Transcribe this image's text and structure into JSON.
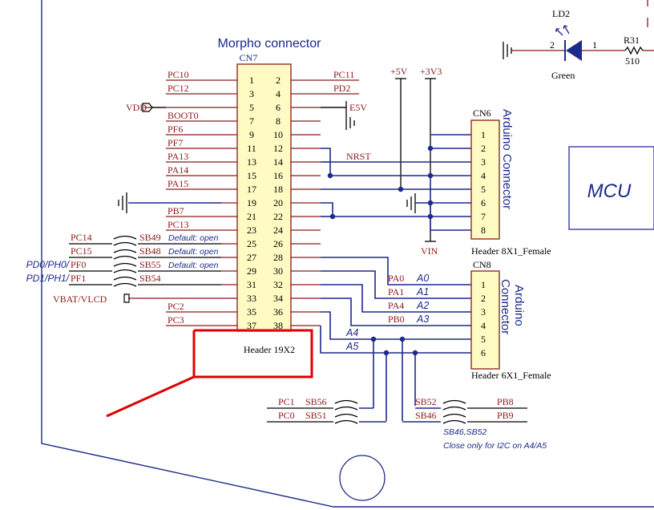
{
  "title": "Morpho connector",
  "cn7": {
    "ref": "CN7",
    "footer": "Header 19X2",
    "odd_pins": [
      "1",
      "3",
      "5",
      "7",
      "9",
      "11",
      "13",
      "15",
      "17",
      "19",
      "21",
      "23",
      "25",
      "27",
      "29",
      "31",
      "33",
      "35",
      "37"
    ],
    "even_pins": [
      "2",
      "4",
      "6",
      "8",
      "10",
      "12",
      "14",
      "16",
      "18",
      "20",
      "22",
      "24",
      "26",
      "28",
      "30",
      "32",
      "34",
      "36",
      "38"
    ]
  },
  "left_nets": {
    "pc10": "PC10",
    "pc12": "PC12",
    "vdd": "VDD",
    "boot0": "BOOT0",
    "pf6": "PF6",
    "pf7": "PF7",
    "pa13": "PA13",
    "pa14": "PA14",
    "pa15": "PA15",
    "pb7": "PB7",
    "pc13": "PC13",
    "pc14": "PC14",
    "pc15": "PC15",
    "pf0": "PF0",
    "pf1": "PF1",
    "vbat": "VBAT/VLCD",
    "pc2": "PC2",
    "pc3": "PC3"
  },
  "italic_prefixes": {
    "pd0": "PD0/PH0/",
    "pd1": "PD1/PH1/"
  },
  "solder_bridges": {
    "sb49": "SB49",
    "sb48": "SB48",
    "sb55": "SB55",
    "sb54": "SB54",
    "sb56": "SB56",
    "sb51": "SB51",
    "sb52": "SB52",
    "sb46": "SB46"
  },
  "defaults": {
    "d49": "Default: open",
    "d48": "Default: open",
    "d55": "Default: open"
  },
  "right_nets": {
    "pc11": "PC11",
    "pd2": "PD2",
    "e5v": "E5V",
    "nrst": "NRST"
  },
  "power": {
    "p5v": "+5V",
    "p3v3": "+3V3",
    "vin": "VIN"
  },
  "analog": {
    "pa0": "PA0",
    "pa1": "PA1",
    "pa4": "PA4",
    "pb0": "PB0",
    "a0": "A0",
    "a1": "A1",
    "a2": "A2",
    "a3": "A3",
    "a4": "A4",
    "a5": "A5"
  },
  "cn6": {
    "ref": "CN6",
    "title": "Arduino Connector",
    "footer": "Header 8X1_Female",
    "pins": [
      "1",
      "2",
      "3",
      "4",
      "5",
      "6",
      "7",
      "8"
    ]
  },
  "cn8": {
    "ref": "CN8",
    "title1": "Arduino",
    "title2": "Connector",
    "footer": "Header 6X1_Female",
    "pins": [
      "1",
      "2",
      "3",
      "4",
      "5",
      "6"
    ]
  },
  "bottom_nets": {
    "pc1": "PC1",
    "pc0": "PC0",
    "pb8": "PB8",
    "pb9": "PB9"
  },
  "i2c_note": {
    "line1": "SB46,SB52",
    "line2": "Close only for I2C on A4/A5"
  },
  "led": {
    "ref": "LD2",
    "color": "Green",
    "pin2": "2",
    "pin1": "1"
  },
  "resistor": {
    "ref": "R31",
    "value": "510"
  },
  "mcu": {
    "label": "MCU"
  },
  "colors": {
    "wire": "#1c2a8a",
    "net_label": "#8b1a1a",
    "connector_fill": "#fffbc2",
    "mcu_border": "#3a3aa8",
    "highlight": "#e00000"
  }
}
